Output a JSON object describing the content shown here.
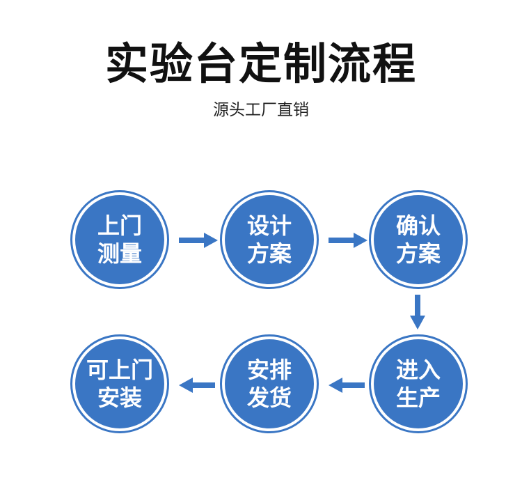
{
  "header": {
    "title": "实验台定制流程",
    "subtitle": "源头工厂直销"
  },
  "colors": {
    "circle": "#3a76c4",
    "arrow": "#3a76c4",
    "title": "#111111"
  },
  "steps": [
    {
      "line1": "上门",
      "line2": "测量"
    },
    {
      "line1": "设计",
      "line2": "方案"
    },
    {
      "line1": "确认",
      "line2": "方案"
    },
    {
      "line1": "进入",
      "line2": "生产"
    },
    {
      "line1": "安排",
      "line2": "发货"
    },
    {
      "line1": "可上门",
      "line2": "安装"
    }
  ]
}
